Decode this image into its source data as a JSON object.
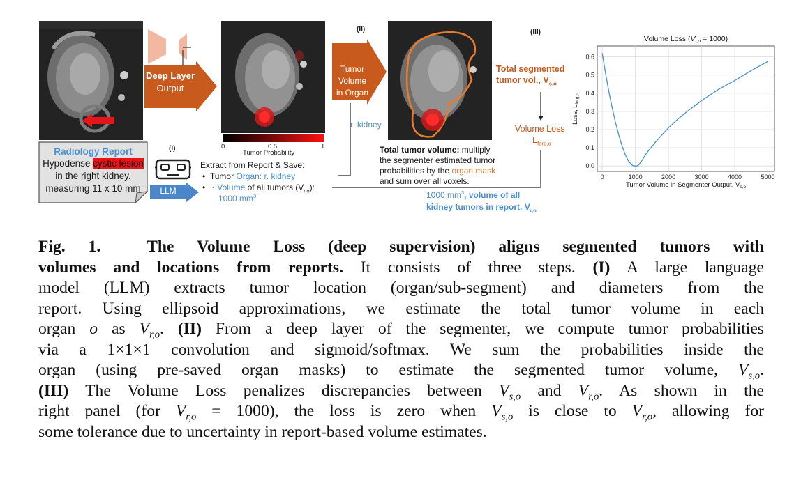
{
  "figure": {
    "deep_layer": {
      "title": "Deep Layer",
      "subtitle": "Output"
    },
    "colorbar": {
      "ticks": [
        "0",
        "0.5",
        "1"
      ],
      "label": "Tumor Probability"
    },
    "step_labels": {
      "I": "(I)",
      "II": "(II)",
      "III": "(III)"
    },
    "report": {
      "title": "Radiology Report",
      "line1_pre": "Hypodense ",
      "line1_highlight": "cystic lesion",
      "line2": "in the right kidney,",
      "line3": "measuring 11 x 10 mm"
    },
    "llm_label": "LLM",
    "extract": {
      "heading": "Extract from Report & Save:",
      "item1_pre": "Tumor ",
      "item1_value": "Organ: r. kidney",
      "item2_pre": "~ ",
      "item2_value": "Volume",
      "item2_post": " of all tumors (V",
      "item2_sub": "r,o",
      "item2_end": "):",
      "item2_line2": "1000 mm",
      "item2_line2_sup": "3"
    },
    "tumor_volume_arrow": {
      "line1": "Tumor",
      "line2": "Volume",
      "line3": "in Organ"
    },
    "organ_label": "r. kidney",
    "total_volume": {
      "bold": "Total tumor volume:",
      "rest1": " multiply",
      "line2": "the segmenter estimated tumor",
      "line3_pre": "probabilities by the ",
      "line3_highlight": "organ mask",
      "line4": "and sum over all voxels."
    },
    "segmented_vol": {
      "line1": "Total segmented",
      "line2": "tumor vol., V",
      "line2_sub": "s,o"
    },
    "volume_loss_label": {
      "line1": "Volume Loss",
      "line2": "L",
      "line2_sub": "forg,o"
    },
    "report_volume": {
      "part1": "1000 mm",
      "part1_sup": "3",
      "part1_rest": ", volume of all",
      "line2": "kidney tumors in report, V",
      "line2_sub": "r,o"
    },
    "colors": {
      "orange": "#c85a1e",
      "peach": "#f2b9a0",
      "blue_arrow": "#4a86c8",
      "blue_text": "#4a8fd0",
      "report_bg": "#e2e2e2",
      "highlight_red": "#e8141c",
      "mask_orange": "#e87b2e"
    }
  },
  "chart_data": {
    "type": "line",
    "title_pre": "Volume Loss (",
    "title_var": "V",
    "title_sub": "r,o",
    "title_post": " = 1000)",
    "xlabel": "Tumor Volume in Segmenter Output, V",
    "xlabel_sub": "s,o",
    "ylabel": "Loss, L",
    "ylabel_sub": "forg,o",
    "xlim": [
      -150,
      5200
    ],
    "ylim": [
      -0.03,
      0.66
    ],
    "xticks": [
      0,
      1000,
      2000,
      3000,
      4000,
      5000
    ],
    "yticks": [
      0.0,
      0.1,
      0.2,
      0.3,
      0.4,
      0.5,
      0.6
    ],
    "grid": true,
    "series": [
      {
        "color": "#4a90c8",
        "x": [
          0,
          100,
          200,
          300,
          400,
          500,
          600,
          700,
          800,
          900,
          950,
          1000,
          1050,
          1100,
          1200,
          1300,
          1400,
          1600,
          1800,
          2000,
          2300,
          2600,
          3000,
          3500,
          4000,
          4500,
          5000
        ],
        "y": [
          0.62,
          0.51,
          0.41,
          0.32,
          0.24,
          0.17,
          0.11,
          0.06,
          0.025,
          0.005,
          0.0,
          0.0,
          0.0,
          0.005,
          0.03,
          0.06,
          0.085,
          0.13,
          0.17,
          0.21,
          0.26,
          0.305,
          0.36,
          0.42,
          0.47,
          0.525,
          0.575
        ]
      }
    ]
  },
  "caption": {
    "fig_label": "Fig. 1.",
    "bold_title_1": "The Volume Loss (deep supervision) aligns segmented tumors with",
    "bold_title_2": "volumes and locations from reports.",
    "l2_rest": " It consists of three steps. ",
    "step1": "(I)",
    "l2_end": " A large language",
    "l3": "model (LLM) extracts tumor location (organ/sub-segment) and diameters from the",
    "l4": "report. Using ellipsoid approximations, we estimate the total tumor volume in each",
    "l5_pre": "organ ",
    "l5_o": "o",
    "l5_as": " as ",
    "l5_V": "V",
    "l5_sub": "r,o",
    "l5_dot": ". ",
    "step2": "(II)",
    "l5_end": " From a deep layer of the segmenter, we compute tumor probabilities",
    "l6": "via a 1×1×1 convolution and sigmoid/softmax. We sum the probabilities inside the",
    "l7_pre": "organ (using pre-saved organ masks) to estimate the segmented tumor volume, ",
    "l7_V": "V",
    "l7_sub": "s,o",
    "l7_end": ".",
    "step3": "(III)",
    "l8_mid": " The Volume Loss penalizes discrepancies between ",
    "l8_V1": "V",
    "l8_sub1": "s,o",
    "l8_and": " and ",
    "l8_V2": "V",
    "l8_sub2": "r,o",
    "l8_end": ". As shown in the",
    "l9_pre": "right panel (for ",
    "l9_V": "V",
    "l9_sub": "r,o",
    "l9_eq": " = 1000), the loss is zero when ",
    "l9_V2": "V",
    "l9_sub2": "s,o",
    "l9_close": " is close to ",
    "l9_V3": "V",
    "l9_sub3": "r,o",
    "l9_end": ", allowing for",
    "l10": "some tolerance due to uncertainty in report-based volume estimates."
  }
}
